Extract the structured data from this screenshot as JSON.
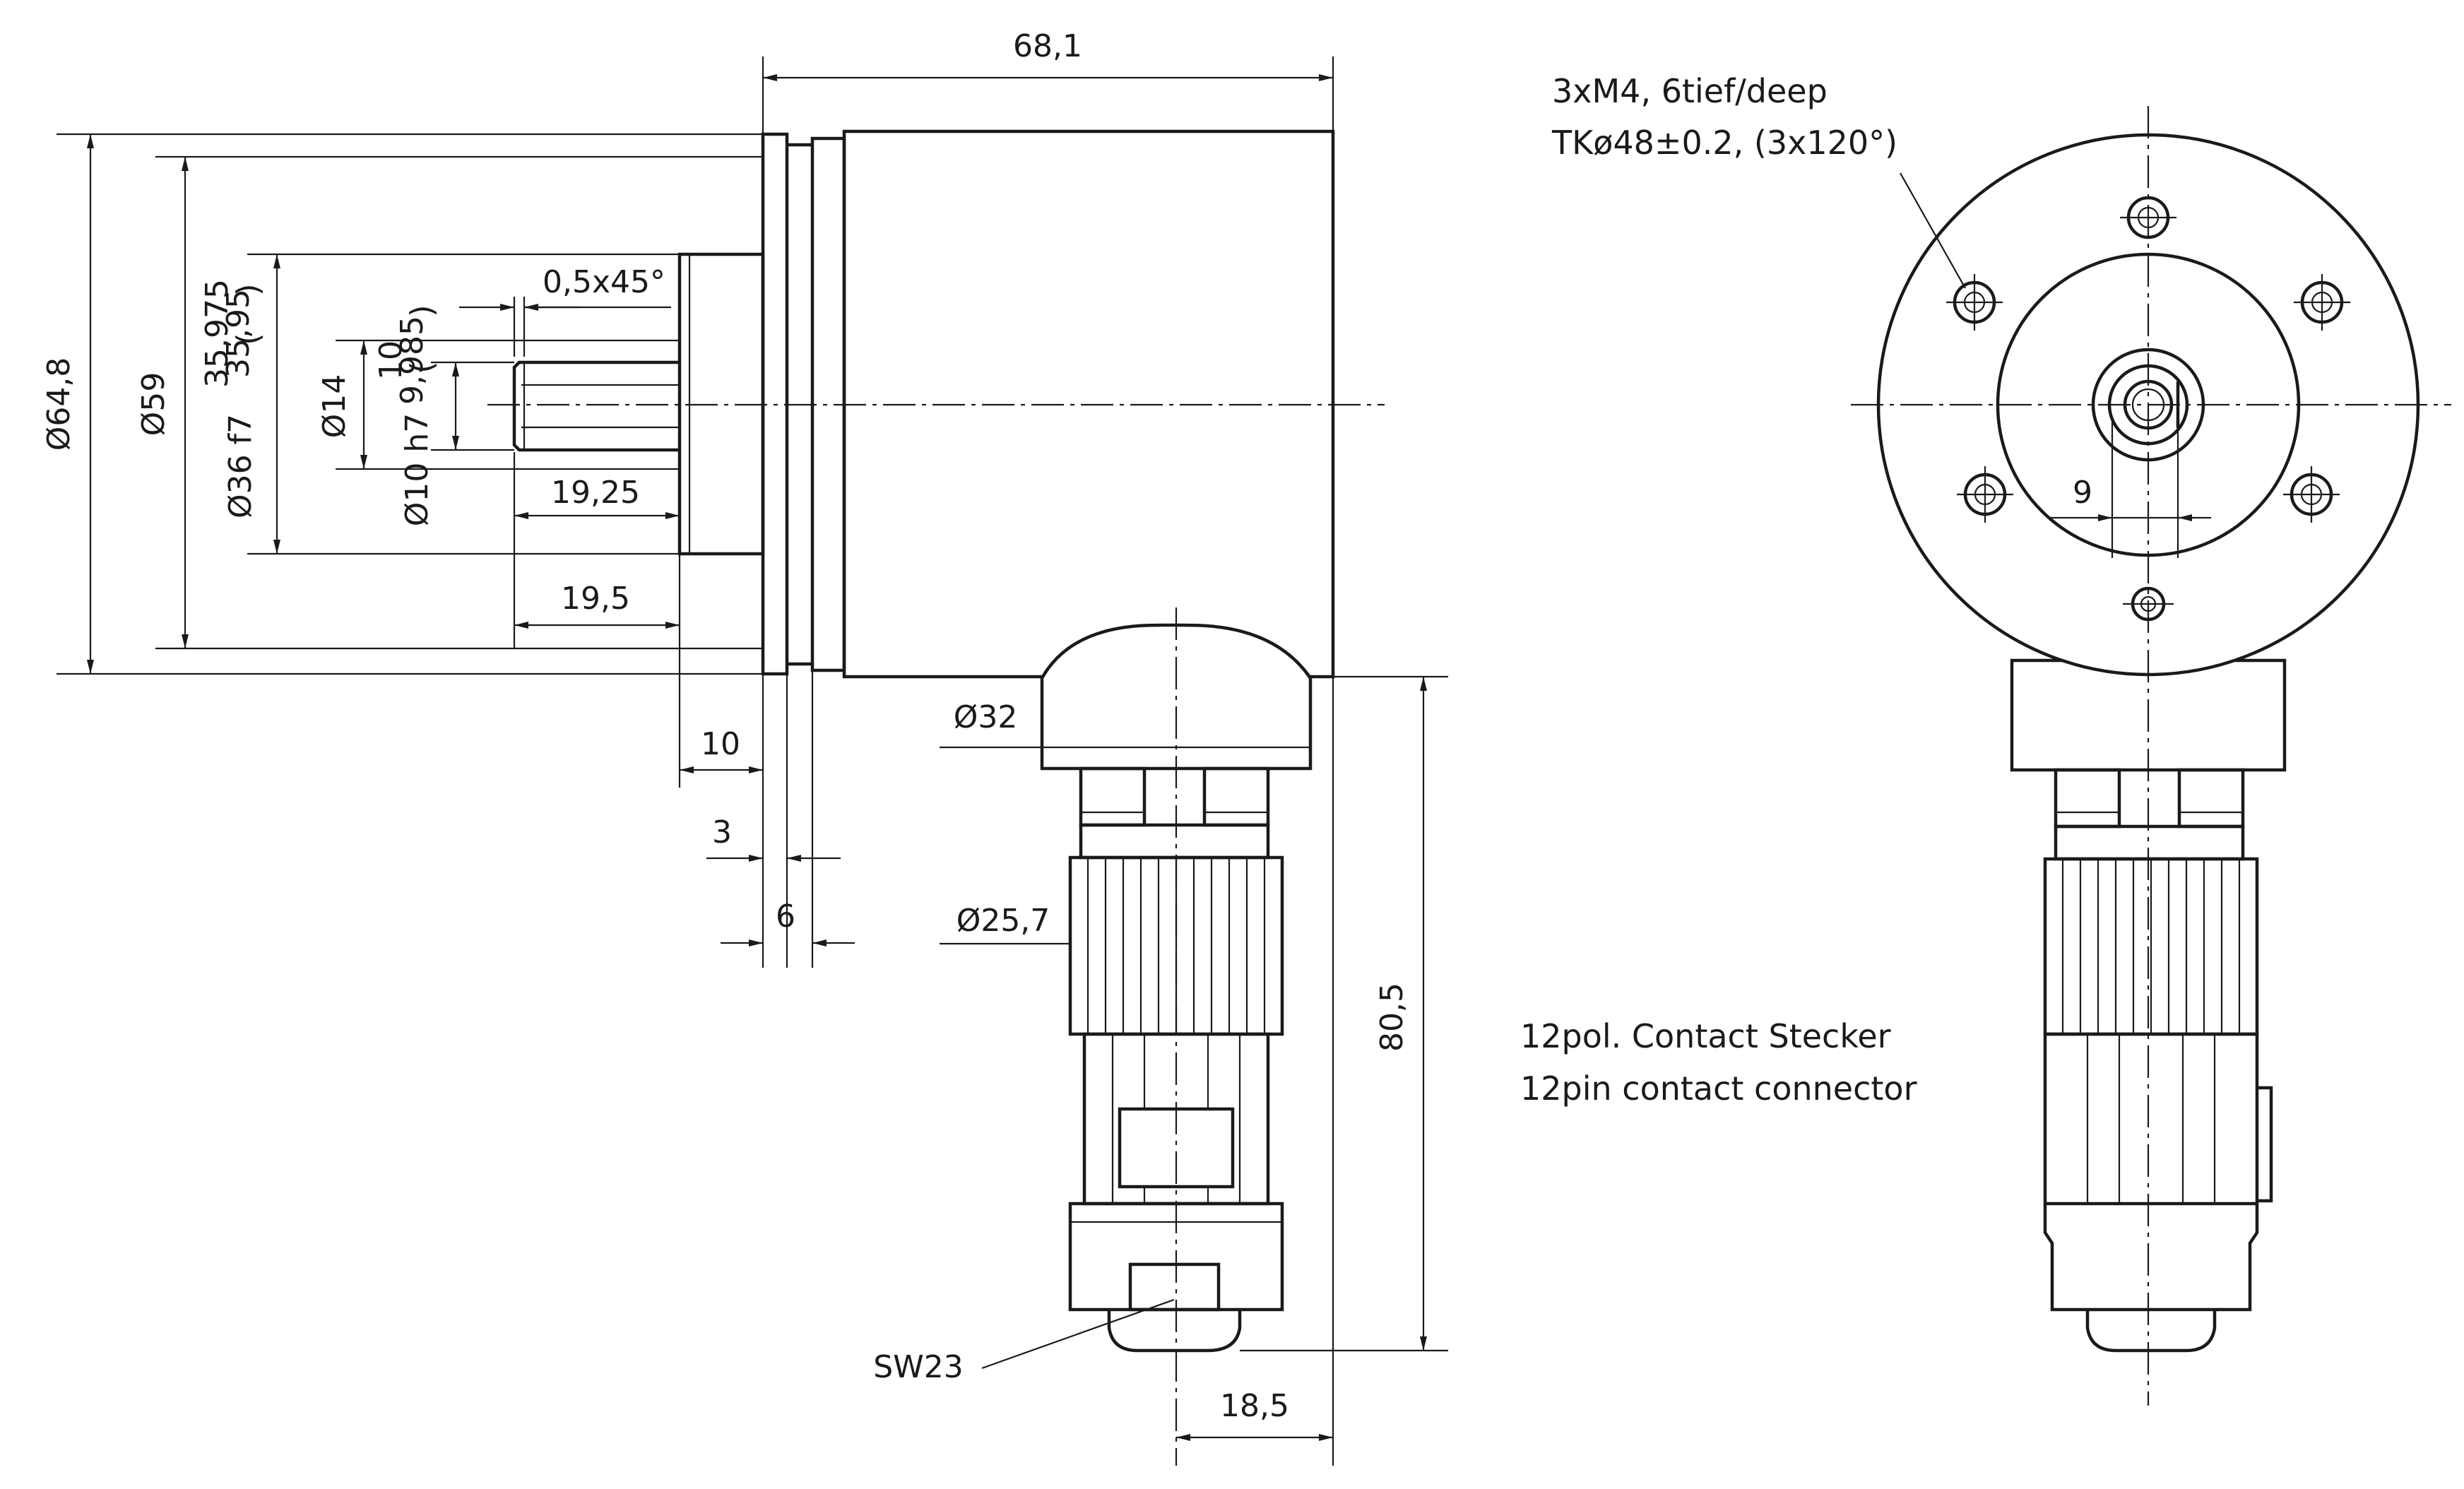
{
  "drawing": {
    "colors": {
      "line": "#1a1a1a",
      "background": "#ffffff"
    },
    "side_view": {
      "dimensions": {
        "overall_length": "68,1",
        "housing_diameter": "Ø64,8",
        "centering_diameter": "Ø59",
        "flange_diameter": "Ø36 f7",
        "flange_tol_upper": "35,975",
        "flange_tol_lower": "35,95",
        "shaft_step_diameter": "Ø14",
        "shaft_diameter": "Ø10 h7",
        "shaft_tol_upper": "10",
        "shaft_tol_lower": "9,985",
        "chamfer": "0,5x45°",
        "shaft_length_a": "19,25",
        "shaft_length_b": "19,5",
        "flange_thickness": "10",
        "flange_plate": "3",
        "flange_offset": "6",
        "connector_nut_diameter": "Ø32",
        "connector_body_diameter": "Ø25,7",
        "connector_height": "80,5",
        "connector_offset": "18,5",
        "wrench_size": "SW23"
      }
    },
    "front_view": {
      "mounting_note": [
        "3xM4, 6tief/deep",
        "TKø48±0.2, (3x120°)"
      ],
      "flat_dimension": "9"
    },
    "connector_note": [
      "12pol. Contact Stecker",
      "12pin contact connector"
    ]
  }
}
